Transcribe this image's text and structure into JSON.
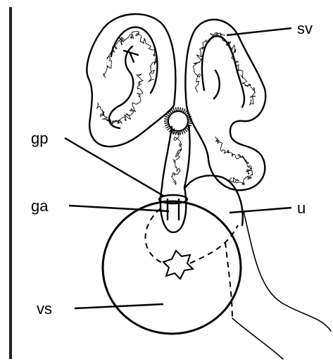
{
  "labels": {
    "sv": "sv",
    "gp": "gp",
    "ga": "ga",
    "u": "u",
    "vs": "vs"
  },
  "colors": {
    "stroke": "#000000",
    "fill": "#ffffff",
    "border": "#222222"
  }
}
